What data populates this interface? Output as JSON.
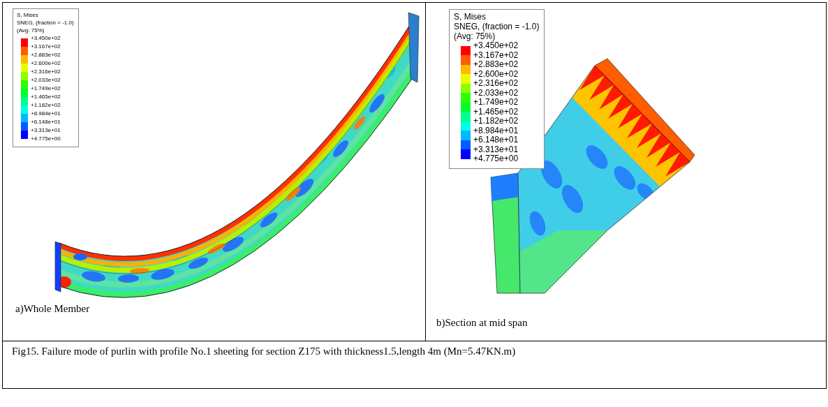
{
  "diagram": {
    "caption": "Fig15. Failure mode of purlin with profile No.1 sheeting for section Z175 with thickness1.5,length 4m (Mn=5.47KN.m)",
    "nodes": [
      {
        "text": [
          "a)Whole Member"
        ]
      },
      {
        "text": [
          "b)Section at mid span"
        ]
      }
    ],
    "labels": [
      "S, Mises",
      "SNEG, (fraction = -1.0)",
      "(Avg: 75%)",
      "S, Mises",
      "SNEG, (fraction = -1.0)",
      "(Avg: 75%)"
    ],
    "legend": [
      {
        "text": "+3.450e+02",
        "color": "#ff0000"
      },
      {
        "text": "+3.167e+02",
        "color": "#ff5d00"
      },
      {
        "text": "+2.883e+02",
        "color": "#ffb900"
      },
      {
        "text": "+2.600e+02",
        "color": "#e8ff00"
      },
      {
        "text": "+2.316e+02",
        "color": "#8bff00"
      },
      {
        "text": "+2.033e+02",
        "color": "#2eff00"
      },
      {
        "text": "+1.749e+02",
        "color": "#00ff2e"
      },
      {
        "text": "+1.465e+02",
        "color": "#00ff8b"
      },
      {
        "text": "+1.182e+02",
        "color": "#00ffe8"
      },
      {
        "text": "+8.984e+01",
        "color": "#00b9ff"
      },
      {
        "text": "+6.148e+01",
        "color": "#005dff"
      },
      {
        "text": "+3.313e+01",
        "color": "#0000ff"
      },
      {
        "text": "+4.775e+00"
      },
      {
        "text": "+3.450e+02",
        "color": "#ff0000"
      },
      {
        "text": "+3.167e+02",
        "color": "#ff5d00"
      },
      {
        "text": "+2.883e+02",
        "color": "#ffb900"
      },
      {
        "text": "+2.600e+02",
        "color": "#e8ff00"
      },
      {
        "text": "+2.316e+02",
        "color": "#8bff00"
      },
      {
        "text": "+2.033e+02",
        "color": "#2eff00"
      },
      {
        "text": "+1.749e+02",
        "color": "#00ff2e"
      },
      {
        "text": "+1.465e+02",
        "color": "#00ff8b"
      },
      {
        "text": "+1.182e+02",
        "color": "#00ffe8"
      },
      {
        "text": "+8.984e+01",
        "color": "#00b9ff"
      },
      {
        "text": "+6.148e+01",
        "color": "#005dff"
      },
      {
        "text": "+3.313e+01",
        "color": "#0000ff"
      },
      {
        "text": "+4.775e+00"
      }
    ]
  }
}
